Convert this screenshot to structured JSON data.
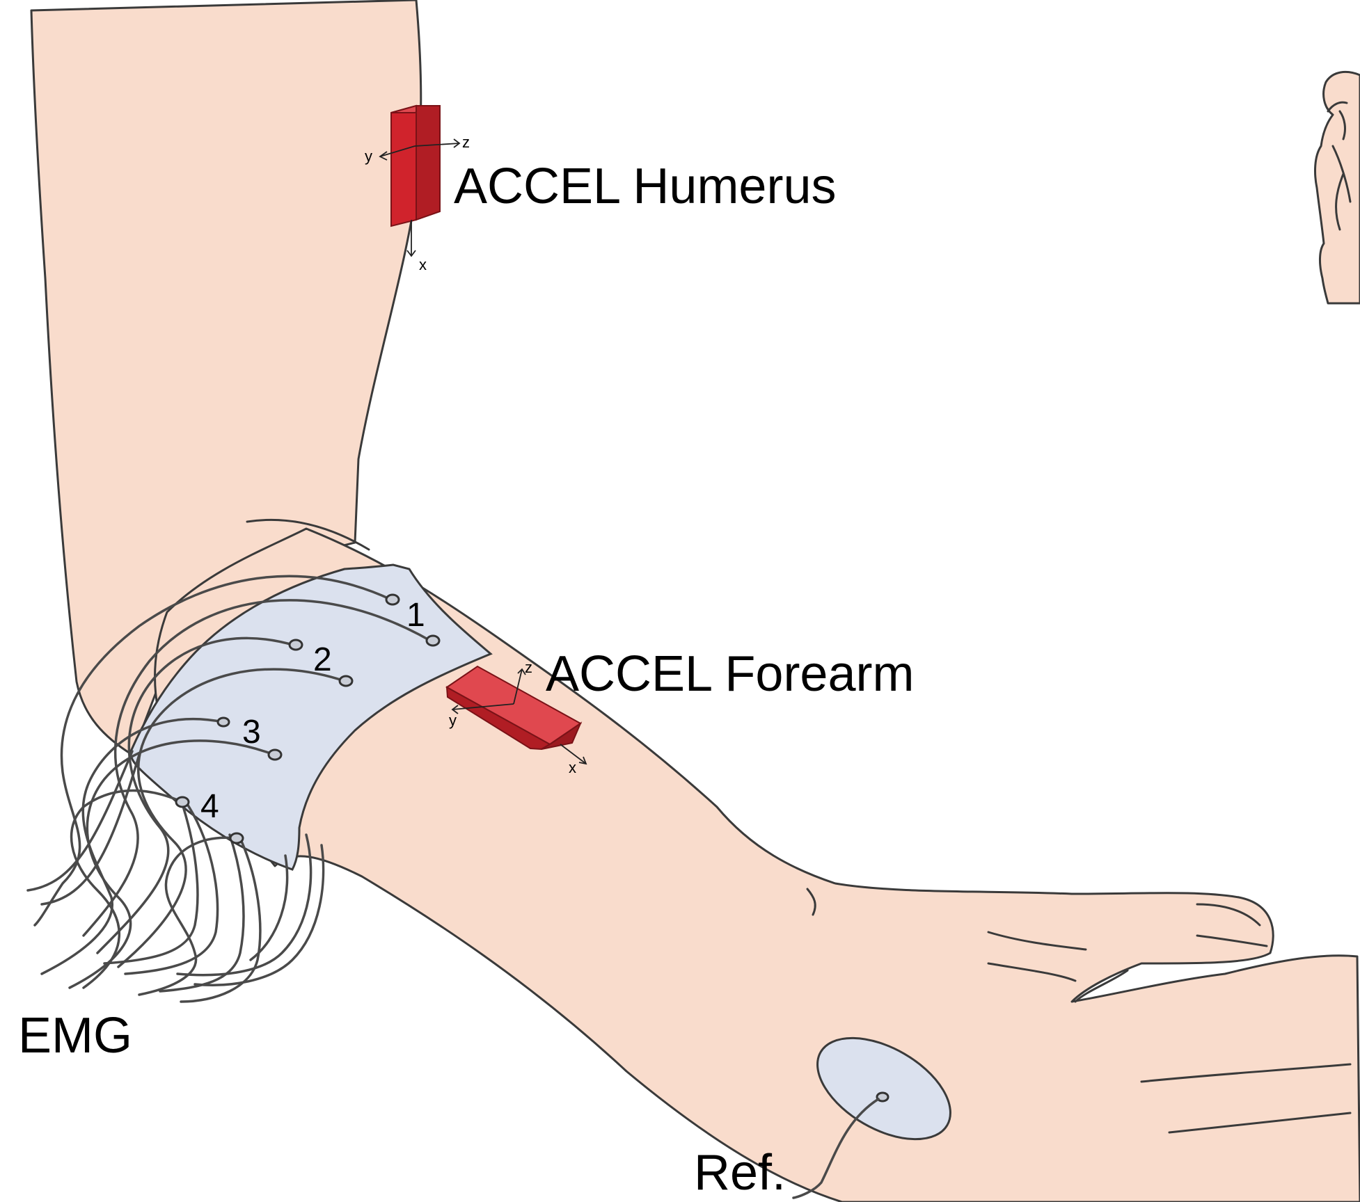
{
  "labels": {
    "accel_humerus": "ACCEL Humerus",
    "accel_forearm": "ACCEL Forearm",
    "emg": "EMG",
    "ref": "Ref."
  },
  "electrodes": [
    "1",
    "2",
    "3",
    "4"
  ],
  "sensor_axes": {
    "humerus": {
      "x": "x",
      "y": "y",
      "z": "z"
    },
    "forearm": {
      "x": "x",
      "y": "y",
      "z": "z"
    }
  },
  "colors": {
    "skin": "#f9dccc",
    "band": "#dbe1ee",
    "sensor": "#d0232c",
    "sensor_dark": "#9c1a20",
    "wire": "#4a4a4a"
  }
}
